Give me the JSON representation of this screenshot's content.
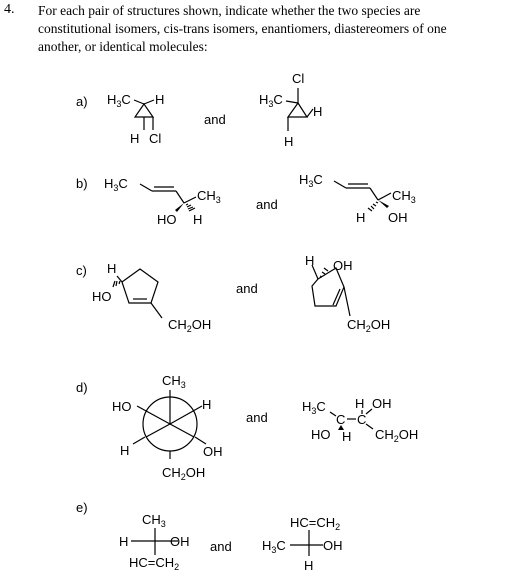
{
  "question": {
    "number": "4.",
    "lines": [
      "For each pair of structures shown, indicate whether the two species are",
      "constitutional isomers, cis-trans isomers, enantiomers, diastereomers of one",
      "another, or identical molecules:"
    ]
  },
  "connector": "and",
  "parts": {
    "a": {
      "label": "a)"
    },
    "b": {
      "label": "b)"
    },
    "c": {
      "label": "c)"
    },
    "d": {
      "label": "d)"
    },
    "e": {
      "label": "e)"
    }
  },
  "atoms": {
    "H": "H",
    "Cl": "Cl",
    "C": "C",
    "HO": "HO",
    "OH": "OH",
    "H3C_main": "H",
    "H3C_sub": "3",
    "H3C_end": "C",
    "CH3_main": "CH",
    "CH3_sub": "3",
    "CH2OH_pre": "CH",
    "CH2OH_sub": "2",
    "CH2OH_post": "OH",
    "HCeqCH2_pre": "HC=CH",
    "HCeqCH2_sub": "2"
  }
}
